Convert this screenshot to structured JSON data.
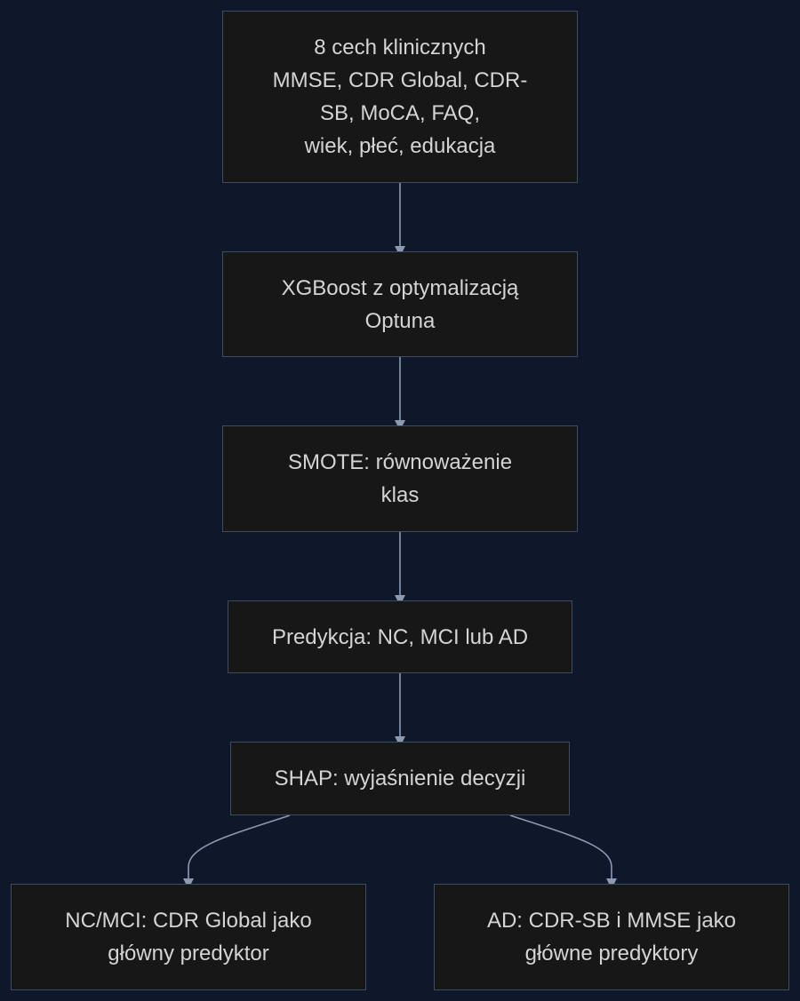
{
  "diagram": {
    "nodes": [
      {
        "id": "features",
        "text": "8 cech klinicznych\nMMSE, CDR Global, CDR-\nSB, MoCA, FAQ,\nwiek, płeć, edukacja"
      },
      {
        "id": "xgboost",
        "text": "XGBoost z optymalizacją\nOptuna"
      },
      {
        "id": "smote",
        "text": "SMOTE: równoważenie\nklas"
      },
      {
        "id": "prediction",
        "text": "Predykcja: NC, MCI lub AD"
      },
      {
        "id": "shap",
        "text": "SHAP: wyjaśnienie decyzji"
      },
      {
        "id": "nc-mci",
        "text": "NC/MCI: CDR Global jako\ngłówny predyktor"
      },
      {
        "id": "ad",
        "text": "AD: CDR-SB i MMSE jako\ngłówne predyktory"
      }
    ],
    "edges": [
      {
        "from": "features",
        "to": "xgboost"
      },
      {
        "from": "xgboost",
        "to": "smote"
      },
      {
        "from": "smote",
        "to": "prediction"
      },
      {
        "from": "prediction",
        "to": "shap"
      },
      {
        "from": "shap",
        "to": "nc-mci"
      },
      {
        "from": "shap",
        "to": "ad"
      }
    ],
    "colors": {
      "background": "#0f172a",
      "node_fill": "#171717",
      "node_border": "#3f4b5e",
      "text": "#d4d4d4",
      "edge": "#8a9ab3"
    }
  }
}
